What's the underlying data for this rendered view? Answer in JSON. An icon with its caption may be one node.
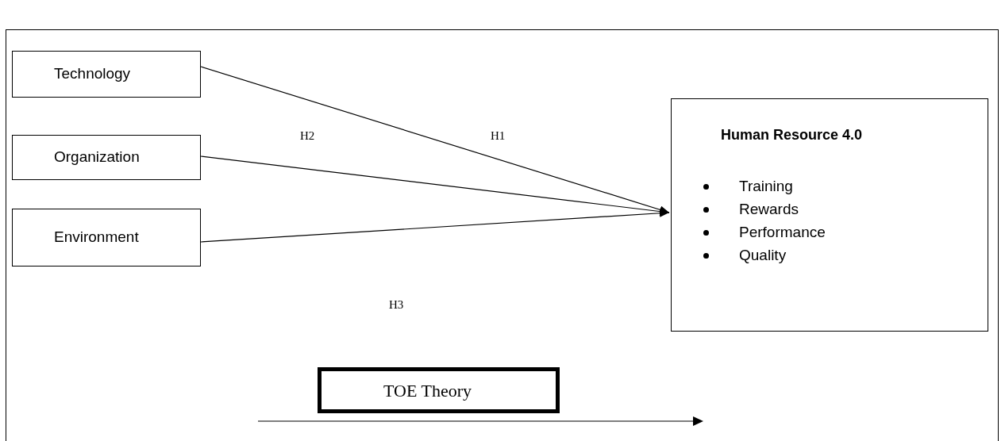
{
  "diagram": {
    "nodes": [
      {
        "text": [
          "Technology"
        ]
      },
      {
        "text": [
          "Organization"
        ]
      },
      {
        "text": [
          "Environment"
        ]
      },
      {
        "text": [
          "Human Resource 4.0",
          "Training",
          "Rewards",
          "Performance",
          "Quality"
        ]
      },
      {
        "text": [
          "TOE Theory"
        ]
      }
    ],
    "edges": [
      {
        "from": 0,
        "to": 3,
        "arrow": "to"
      },
      {
        "from": 1,
        "to": 3,
        "arrow": "to"
      },
      {
        "from": 2,
        "to": 3,
        "arrow": "to"
      }
    ],
    "labels": [
      "H2",
      "H1",
      "H3"
    ]
  }
}
